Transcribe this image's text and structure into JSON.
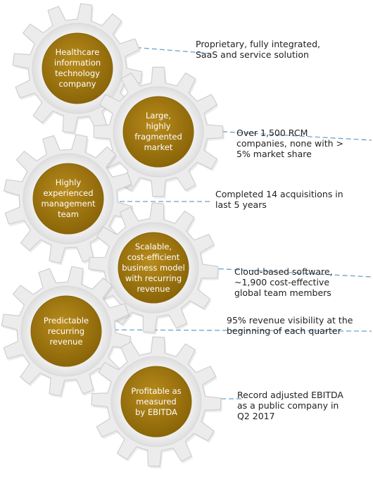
{
  "colors": {
    "gear_outer": "#ececec",
    "gear_stroke": "#cfcfcf",
    "gear_ring": "#f7f7f7",
    "center_fill": "#a67c14",
    "center_edge": "#8a6508",
    "connector": "#6aa3cc",
    "text": "#222222"
  },
  "items": [
    {
      "gear_label": "Healthcare\ninformation\ntechnology\ncompany",
      "description": "Proprietary, fully integrated,\nSaaS and service solution"
    },
    {
      "gear_label": "Large,\nhighly\nfragmented\nmarket",
      "description": "Over 1,500 RCM\ncompanies, none with >\n5% market share"
    },
    {
      "gear_label": "Highly\nexperienced\nmanagement\nteam",
      "description": "Completed 14 acquisitions in\nlast 5 years"
    },
    {
      "gear_label": "Scalable,\ncost-efficient\nbusiness model\nwith recurring\nrevenue",
      "description": "Cloud-based software,\n~1,900 cost-effective\nglobal team members"
    },
    {
      "gear_label": "Predictable\nrecurring\nrevenue",
      "description": "95% revenue visibility at the\nbeginning of each quarter"
    },
    {
      "gear_label": "Profitable as\nmeasured\nby EBITDA",
      "description": "Record adjusted EBITDA\nas a public company in\nQ2 2017"
    }
  ]
}
